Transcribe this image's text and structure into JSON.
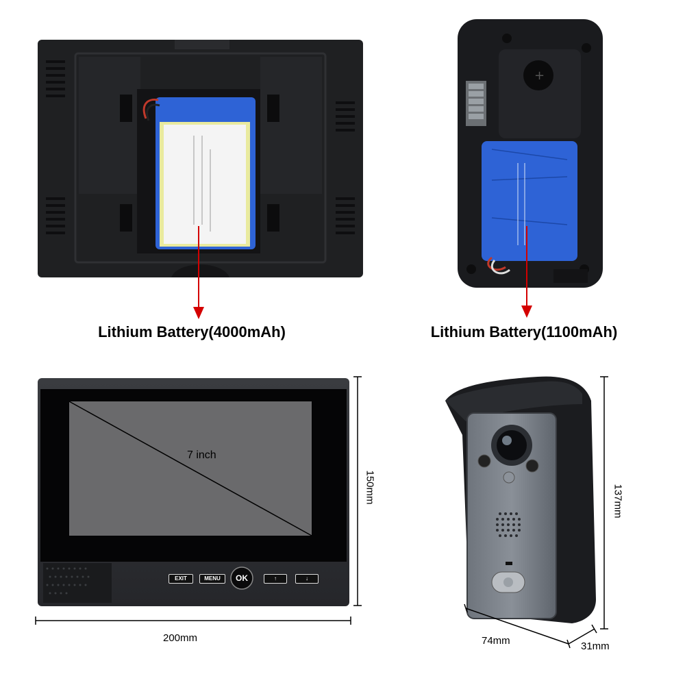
{
  "captions": {
    "monitor_battery": "Lithium Battery(4000mAh)",
    "doorbell_battery": "Lithium Battery(1100mAh)"
  },
  "monitor": {
    "screen_size": "7 inch",
    "height": "150mm",
    "width": "200mm",
    "buttons": {
      "exit": "EXIT",
      "menu": "MENU",
      "ok": "OK"
    }
  },
  "doorbell": {
    "height": "137mm",
    "width": "74mm",
    "depth": "31mm"
  },
  "colors": {
    "arrow": "#d40000",
    "battery_blue": "#2e63d6",
    "device_black": "#1c1c1e",
    "faceplate": "#7a8088"
  }
}
